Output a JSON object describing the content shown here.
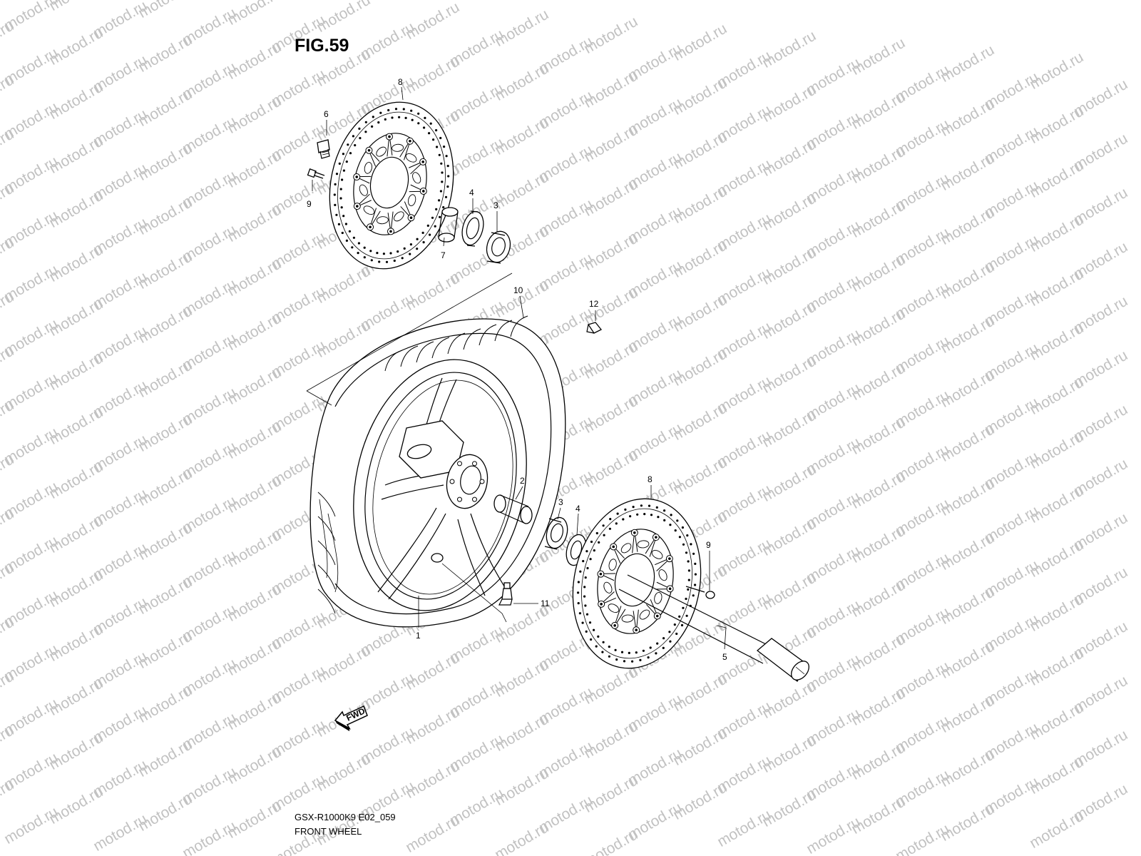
{
  "figure": {
    "title": "FIG.59",
    "model_code": "GSX-R1000K9 E02_059",
    "section": "FRONT WHEEL"
  },
  "watermark": {
    "text": "motod.ru",
    "color": "#c2c2c2"
  },
  "arrow": {
    "label": "FWD"
  },
  "parts": [
    {
      "number": "1"
    },
    {
      "number": "2"
    },
    {
      "number": "3"
    },
    {
      "number": "3"
    },
    {
      "number": "4"
    },
    {
      "number": "4"
    },
    {
      "number": "5"
    },
    {
      "number": "6"
    },
    {
      "number": "7"
    },
    {
      "number": "8"
    },
    {
      "number": "8"
    },
    {
      "number": "9"
    },
    {
      "number": "9"
    },
    {
      "number": "10"
    },
    {
      "number": "11"
    },
    {
      "number": "12"
    }
  ]
}
